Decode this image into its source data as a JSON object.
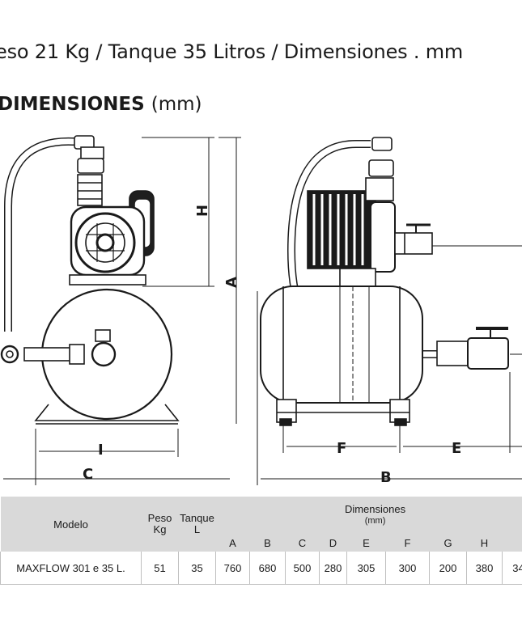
{
  "heading": "eso 21 Kg / Tanque 35 Litros / Dimensiones . mm",
  "subheading": {
    "title": "DIMENSIONES",
    "unit": "(mm)"
  },
  "diagram_labels": {
    "H": "H",
    "A": "A",
    "I": "I",
    "C": "C",
    "F": "F",
    "E": "E",
    "B": "B"
  },
  "table": {
    "col_model": "Modelo",
    "col_weight": "Peso",
    "col_weight_unit": "Kg",
    "col_tank": "Tanque",
    "col_tank_unit": "L",
    "col_dims": "Dimensiones",
    "col_dims_unit": "(mm)",
    "dim_letters": [
      "A",
      "B",
      "C",
      "D",
      "E",
      "F",
      "G",
      "H",
      ""
    ],
    "row": {
      "model": "MAXFLOW 301 e 35 L.",
      "weight": "51",
      "tank": "35",
      "dims": [
        "760",
        "680",
        "500",
        "280",
        "305",
        "300",
        "200",
        "380",
        "34"
      ]
    }
  }
}
